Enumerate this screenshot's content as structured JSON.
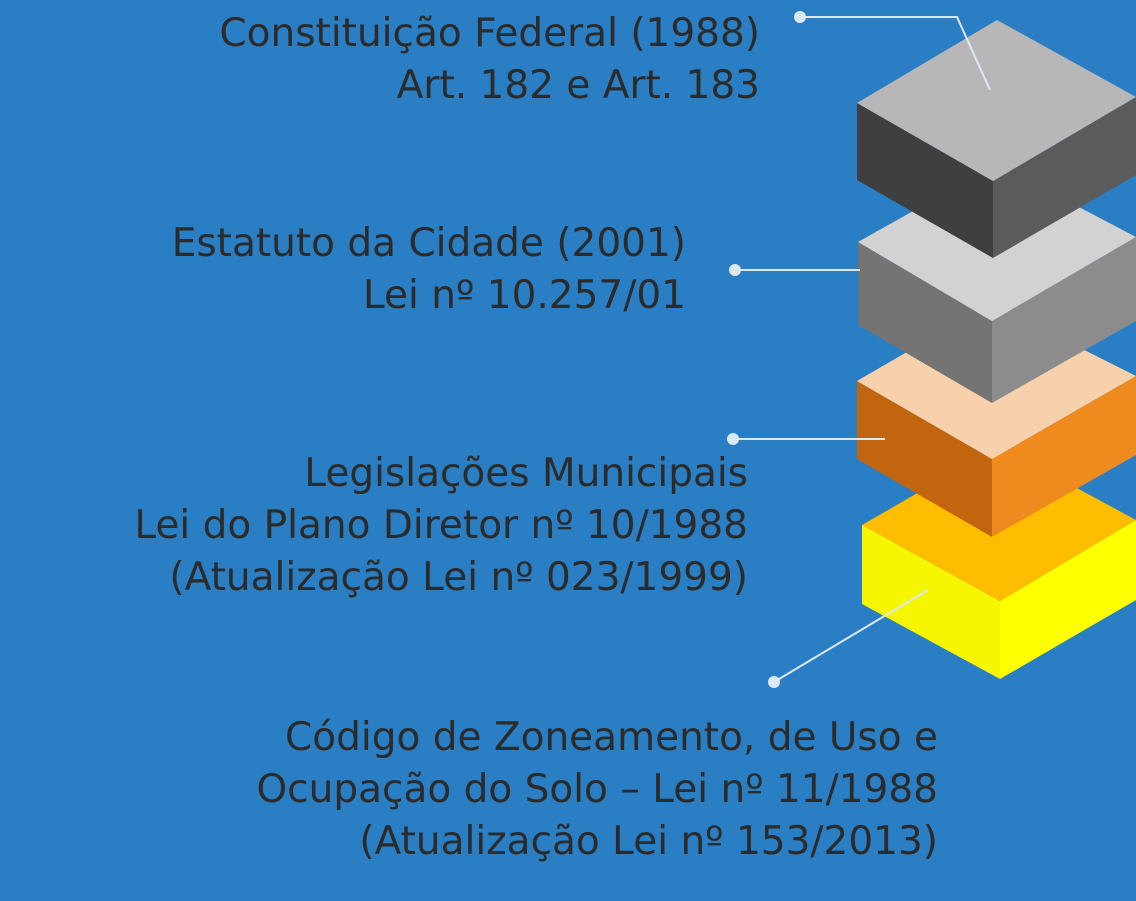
{
  "layers": [
    {
      "id": "constituicao",
      "lines": [
        "Constituição Federal (1988)",
        "Art. 182 e Art. 183"
      ],
      "colors": {
        "top": "#b7b7b7",
        "left": "#3f3f3f",
        "right": "#5b5b5b"
      }
    },
    {
      "id": "estatuto",
      "lines": [
        "Estatuto da Cidade (2001)",
        "Lei nº 10.257/01"
      ],
      "colors": {
        "top": "#d2d2d2",
        "left": "#747474",
        "right": "#8c8c8c"
      }
    },
    {
      "id": "legislacoes",
      "lines": [
        "Legislações Municipais",
        "Lei do Plano Diretor nº 10/1988",
        "(Atualização Lei nº 023/1999)"
      ],
      "colors": {
        "top": "#f7d1ac",
        "left": "#c1650f",
        "right": "#ef8a1f"
      }
    },
    {
      "id": "codigo",
      "lines": [
        "Código de Zoneamento, de Uso e",
        "Ocupação do Solo – Lei nº 11/1988",
        "(Atualização Lei nº 153/2013)"
      ],
      "colors": {
        "top": "#ffbd00",
        "left": "#f6f600",
        "right": "#ffff00"
      }
    }
  ],
  "background": "#2a7ec3",
  "connector_color": "#dce8f4"
}
